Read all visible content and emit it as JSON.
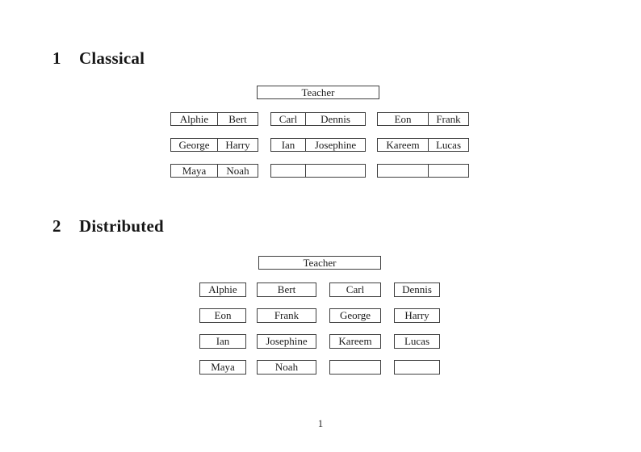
{
  "colors": {
    "background": "#ffffff",
    "ink": "#1b1b1b",
    "box_border": "#3f3f3f"
  },
  "page_number": "1",
  "sections": [
    {
      "heading_number": "1",
      "heading_title": "Classical",
      "teacher_label": "Teacher",
      "rows": [
        {
          "desks": [
            {
              "left": "Alphie",
              "right": "Bert"
            },
            {
              "left": "Carl",
              "right": "Dennis"
            },
            {
              "left": "Eon",
              "right": "Frank"
            }
          ]
        },
        {
          "desks": [
            {
              "left": "George",
              "right": "Harry"
            },
            {
              "left": "Ian",
              "right": "Josephine"
            },
            {
              "left": "Kareem",
              "right": "Lucas"
            }
          ]
        },
        {
          "desks": [
            {
              "left": "Maya",
              "right": "Noah"
            },
            {
              "left": "",
              "right": ""
            },
            {
              "left": "",
              "right": ""
            }
          ]
        }
      ]
    },
    {
      "heading_number": "2",
      "heading_title": "Distributed",
      "teacher_label": "Teacher",
      "rows": [
        {
          "seats": [
            "Alphie",
            "Bert",
            "Carl",
            "Dennis"
          ]
        },
        {
          "seats": [
            "Eon",
            "Frank",
            "George",
            "Harry"
          ]
        },
        {
          "seats": [
            "Ian",
            "Josephine",
            "Kareem",
            "Lucas"
          ]
        },
        {
          "seats": [
            "Maya",
            "Noah",
            "",
            ""
          ]
        }
      ]
    }
  ]
}
